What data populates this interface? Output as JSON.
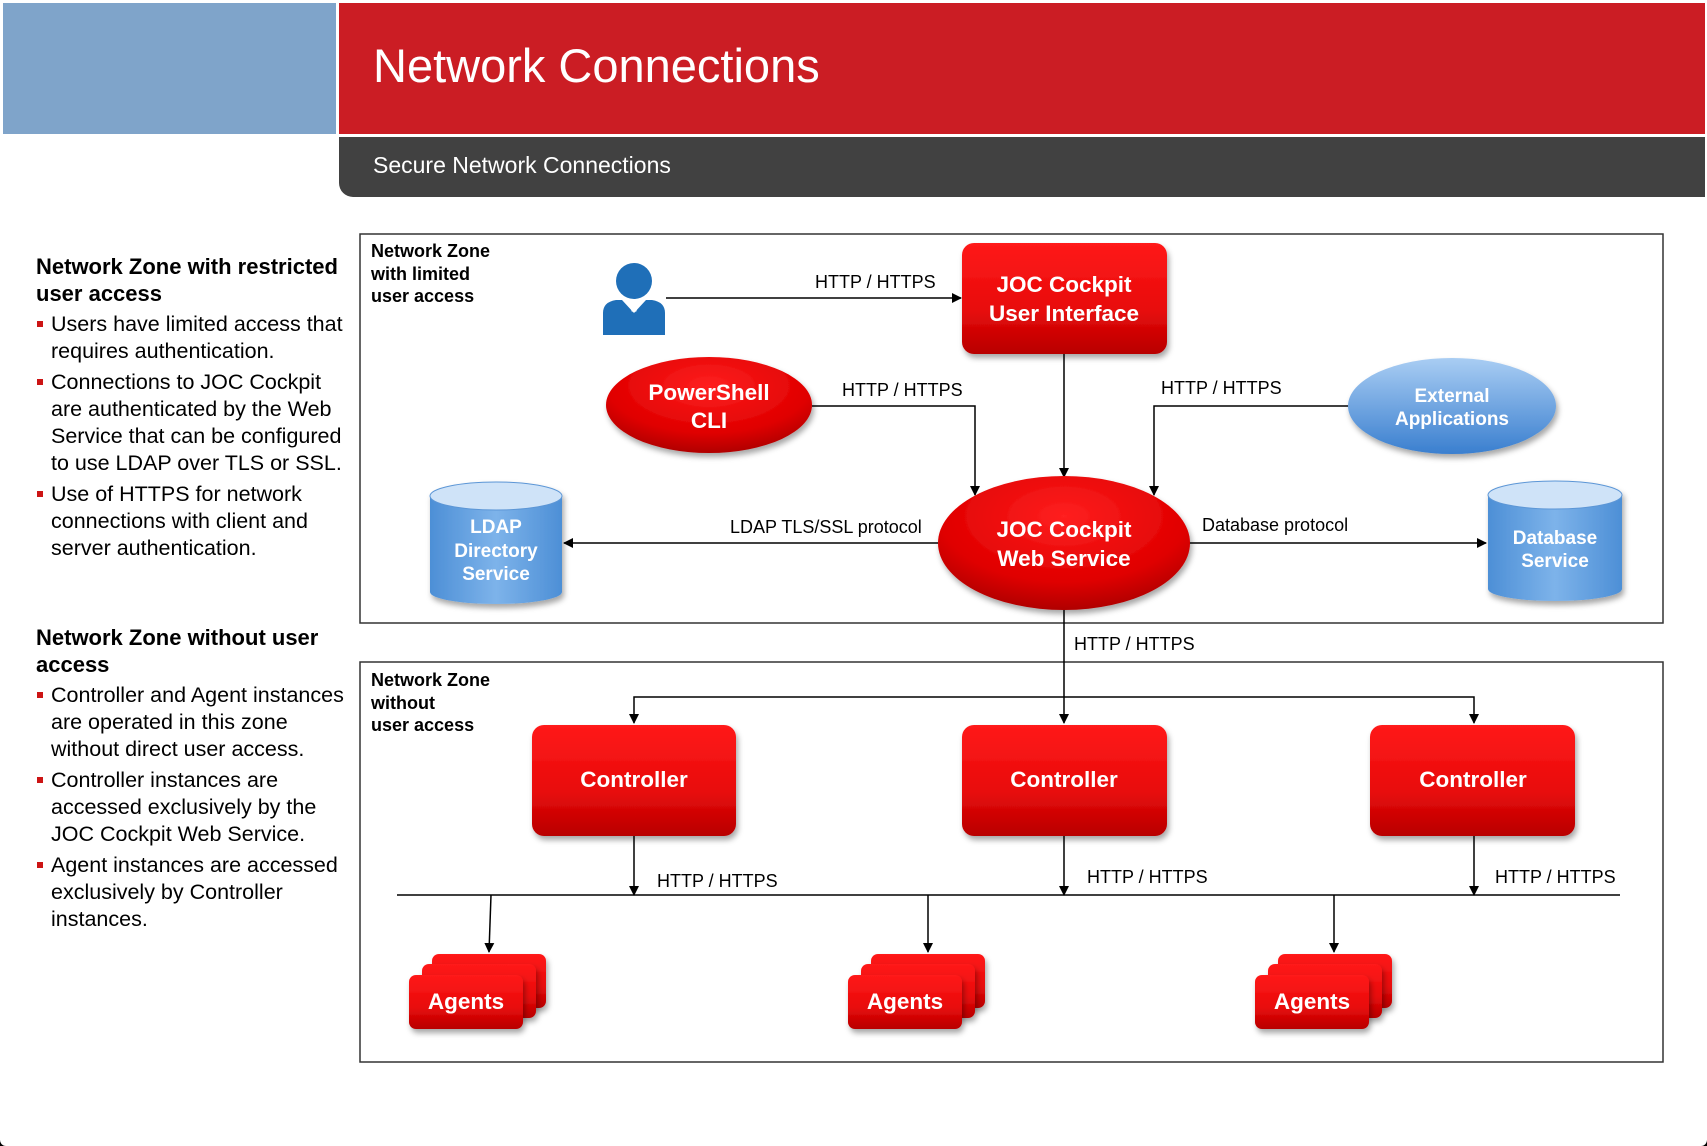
{
  "header": {
    "title": "Network Connections",
    "subtitle": "Secure Network Connections"
  },
  "sidebar": {
    "sections": [
      {
        "title": "Network Zone with restricted user access",
        "bullets": [
          "Users have limited access that requires authentication.",
          "Connections to JOC Cockpit are authenticated by the Web Service that can be configured to use LDAP over TLS or SSL.",
          "Use of HTTPS for network connections with client and server authentication."
        ]
      },
      {
        "title": "Network Zone without user access",
        "bullets": [
          "Controller and Agent instances are operated in this zone without direct user access.",
          "Controller instances are accessed exclusively by the JOC Cockpit Web Service.",
          "Agent instances are accessed exclusively by Controller instances."
        ]
      }
    ]
  },
  "diagram": {
    "zone_limited": [
      "Network Zone",
      "with limited",
      "user access"
    ],
    "zone_without": [
      "Network Zone",
      "without",
      "user access"
    ],
    "user_icon": "user-icon",
    "joc_ui": [
      "JOC Cockpit",
      "User Interface"
    ],
    "powershell": [
      "PowerShell",
      "CLI"
    ],
    "external": [
      "External",
      "Applications"
    ],
    "ldap": [
      "LDAP",
      "Directory",
      "Service"
    ],
    "web_service": [
      "JOC Cockpit",
      "Web Service"
    ],
    "database": [
      "Database",
      "Service"
    ],
    "controllers": [
      "Controller",
      "Controller",
      "Controller"
    ],
    "agents": [
      "Agents",
      "Agents",
      "Agents"
    ],
    "labels": {
      "user_to_ui": "HTTP / HTTPS",
      "powershell_to_ws": "HTTP / HTTPS",
      "external_to_ws": "HTTP / HTTPS",
      "ldap_protocol": "LDAP TLS/SSL protocol",
      "database_protocol": "Database protocol",
      "ws_to_controllers": "HTTP / HTTPS",
      "controller1_to_agents": "HTTP / HTTPS",
      "controller2_to_agents": "HTTP / HTTPS",
      "controller3_to_agents": "HTTP / HTTPS"
    },
    "colors": {
      "red_box_top": "#ff1a1a",
      "red_box_bottom": "#c00000",
      "blue_shape_top": "#a9cdf3",
      "blue_shape_bottom": "#3a7fcf",
      "user_icon": "#1f6fb8"
    }
  }
}
